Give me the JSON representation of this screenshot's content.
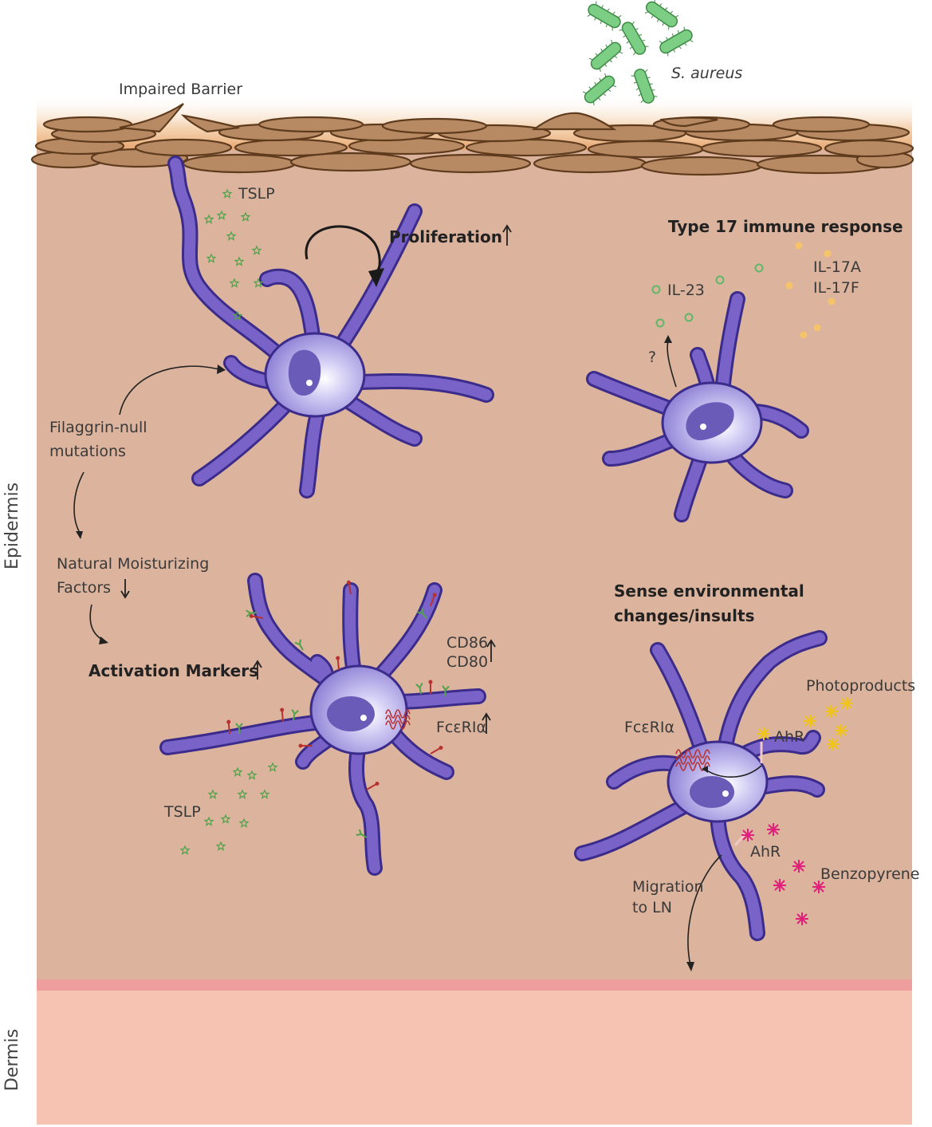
{
  "labels": {
    "impaired_barrier": "Impaired Barrier",
    "s_aureus": "S. aureus",
    "tslp_top": "TSLP",
    "proliferation": "Proliferation",
    "type17": "Type 17 immune response",
    "il23": "IL-23",
    "il17a": "IL-17A",
    "il17f": "IL-17F",
    "question": "?",
    "filaggrin_1": "Filaggrin-null",
    "filaggrin_2": "mutations",
    "nmf_1": "Natural Moisturizing",
    "nmf_2": "Factors",
    "activation": "Activation Markers",
    "cd86": "CD86",
    "cd80": "CD80",
    "fceri_mid": "FcεRIα",
    "tslp_bottom": "TSLP",
    "sense_1": "Sense environmental",
    "sense_2": "changes/insults",
    "photoproducts": "Photoproducts",
    "fceri_right": "FcεRIα",
    "ahr_1": "AhR",
    "ahr_2": "AhR",
    "benzopyrene": "Benzopyrene",
    "migration_1": "Migration",
    "migration_2": "to LN",
    "epidermis": "Epidermis",
    "dermis": "Dermis"
  },
  "colors": {
    "epidermis": "#dcb39c",
    "dermis": "#f6c3b3",
    "basement": "#ed9e9d",
    "cell_body": "#b8b0ea",
    "dendrite": "#5b45b0",
    "tslp_star": "#4fa34a",
    "il23_dot": "#5fb868",
    "il17_dot": "#f5c46a",
    "photoproduct": "#f0c419",
    "benzopyrene": "#e0207a",
    "bacteria": "#7dce85"
  }
}
